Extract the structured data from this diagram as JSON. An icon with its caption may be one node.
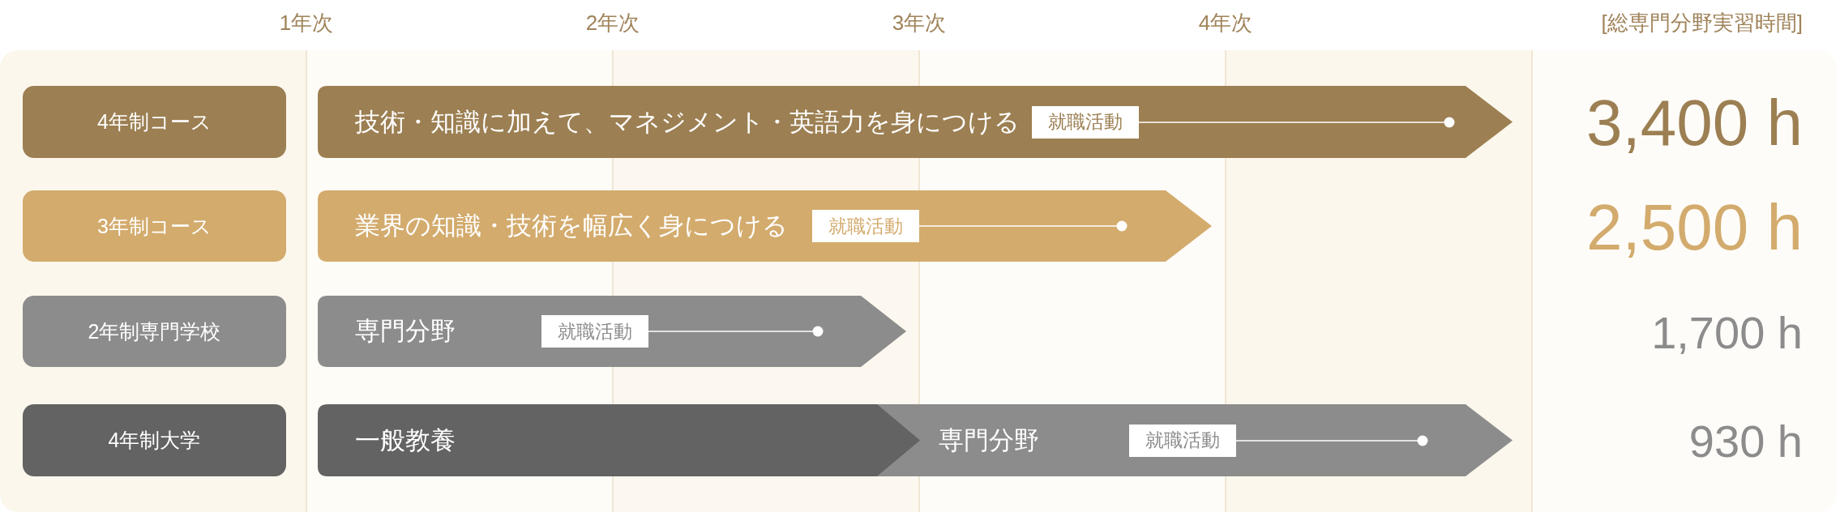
{
  "diagram": {
    "nodes": [
      {
        "text": [
          "4年制コース"
        ]
      },
      {
        "text": [
          "技術・知識に加えて、マネジメント・英語力を身につける"
        ]
      },
      {
        "text": [
          "就職活動"
        ],
        "in": 1
      },
      {
        "text": [
          "3年制コース"
        ]
      },
      {
        "text": [
          "業界の知識・技術を幅広く身につける"
        ]
      },
      {
        "text": [
          "就職活動"
        ],
        "in": 4
      },
      {
        "text": [
          "2年制専門学校"
        ]
      },
      {
        "text": [
          "専門分野"
        ]
      },
      {
        "text": [
          "就職活動"
        ],
        "in": 7
      },
      {
        "text": [
          "4年制大学"
        ]
      },
      {
        "text": [
          "一般教養"
        ]
      },
      {
        "text": [
          "専門分野"
        ]
      },
      {
        "text": [
          "就職活動"
        ],
        "in": 11
      }
    ],
    "labels": [
      "1年次",
      "2年次",
      "3年次",
      "4年次",
      "[総専門分野実習時間]",
      "3,400 h",
      "2,500 h",
      "1,700 h",
      "930 h"
    ]
  }
}
